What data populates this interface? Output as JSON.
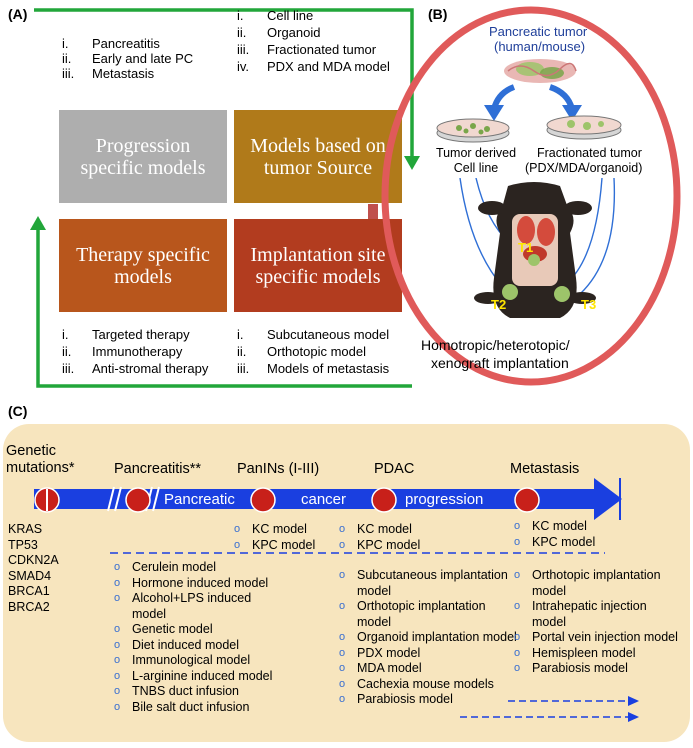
{
  "panel_a": {
    "label": "(A)",
    "top_left_list": [
      {
        "num": "i.",
        "text": "Pancreatitis"
      },
      {
        "num": "ii.",
        "text": "Early and late PC"
      },
      {
        "num": "iii.",
        "text": "Metastasis"
      }
    ],
    "top_right_list": [
      {
        "num": "i.",
        "text": "Cell line"
      },
      {
        "num": "ii.",
        "text": "Organoid"
      },
      {
        "num": "iii.",
        "text": "Fractionated tumor"
      },
      {
        "num": "iv.",
        "text": "PDX and MDA model"
      }
    ],
    "boxes": {
      "progression": "Progression specific models",
      "source": "Models based on tumor Source",
      "therapy": "Therapy specific models",
      "implantation": "Implantation site specific models"
    },
    "bottom_left_list": [
      {
        "num": "i.",
        "text": "Targeted therapy"
      },
      {
        "num": "ii.",
        "text": "Immunotherapy"
      },
      {
        "num": "iii.",
        "text": "Anti-stromal therapy"
      }
    ],
    "bottom_right_list": [
      {
        "num": "i.",
        "text": "Subcutaneous model"
      },
      {
        "num": "ii.",
        "text": "Orthotopic model"
      },
      {
        "num": "iii.",
        "text": "Models of metastasis"
      }
    ],
    "colors": {
      "progression": "#aeaeae",
      "source": "#b07a1a",
      "therapy": "#b8561c",
      "implantation": "#b23c1f",
      "arrow": "#22a63a"
    }
  },
  "panel_b": {
    "label": "(B)",
    "tumor_title": "Pancreatic tumor",
    "tumor_sub": "(human/mouse)",
    "left_dish_label": "Tumor derived Cell line",
    "right_dish_title": "Fractionated tumor",
    "right_dish_sub": "(PDX/MDA/organoid)",
    "sites": {
      "t1": "T1",
      "t2": "T2",
      "t3": "T3"
    },
    "caption_line1": "Homotropic/heterotopic/",
    "caption_line2": "xenograft implantation",
    "colors": {
      "ellipse": "#e05a5a",
      "title": "#1f3f9a"
    }
  },
  "panel_c": {
    "label": "(C)",
    "stages": {
      "genetic": "Genetic mutations*",
      "pancreatitis": "Pancreatitis**",
      "panins": "PanINs (I-III)",
      "pdac": "PDAC",
      "metastasis": "Metastasis"
    },
    "arrow_words": {
      "w1": "Pancreatic",
      "w2": "cancer",
      "w3": "progression"
    },
    "genes": [
      "KRAS",
      "TP53",
      "CDKN2A",
      "SMAD4",
      "BRCA1",
      "BRCA2"
    ],
    "panins_models": [
      "KC model",
      "KPC model"
    ],
    "pdac_models_top": [
      "KC model",
      "KPC model"
    ],
    "metastasis_models_top": [
      "KC model",
      "KPC model"
    ],
    "pancreatitis_models": [
      "Cerulein model",
      "Hormone induced model",
      "Alcohol+LPS induced model",
      "Genetic model",
      "Diet induced model",
      "Immunological model",
      "L-arginine induced model",
      "TNBS duct infusion",
      "Bile salt duct infusion"
    ],
    "pdac_models": [
      "Subcutaneous implantation model",
      "Orthotopic implantation model",
      "Organoid implantation model",
      "PDX model",
      "MDA model",
      "Cachexia mouse models",
      "Parabiosis model"
    ],
    "metastasis_models": [
      "Orthotopic implantation model",
      "Intrahepatic injection model",
      "Portal vein injection model",
      "Hemispleen model",
      "Parabiosis model"
    ],
    "colors": {
      "background": "#f7e5be",
      "arrow": "#1a3fe0",
      "node": "#c8201a",
      "bullet": "#3a6fd0"
    }
  }
}
